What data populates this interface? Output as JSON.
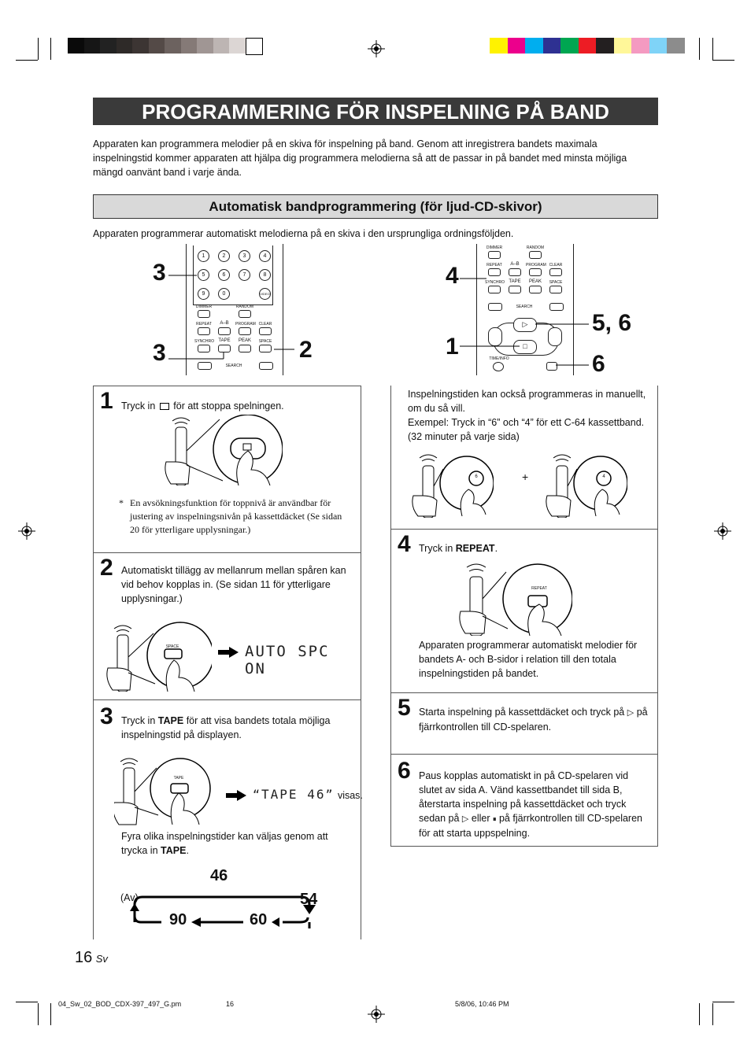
{
  "header": {
    "title": "PROGRAMMERING FÖR INSPELNING PÅ BAND",
    "intro": "Apparaten kan programmera melodier på en skiva för inspelning på band.  Genom att inregistrera bandets maximala inspelningstid kommer apparaten att hjälpa dig programmera melodierna så att de passar in på bandet med minsta möjliga mängd oanvänt band i varje ända."
  },
  "section": {
    "subtitle": "Automatisk bandprogrammering (för ljud-CD-skivor)",
    "lead": "Apparaten programmerar automatiskt melodierna på en skiva i den ursprungliga ordningsföljden."
  },
  "remote_left": {
    "callouts": [
      "3",
      "3",
      "2"
    ],
    "numbers": [
      "1",
      "2",
      "3",
      "4",
      "5",
      "6",
      "7",
      "8",
      "9",
      "0",
      "VIDEO"
    ],
    "labels": {
      "dimmer": "DIMMER",
      "random": "RANDOM",
      "repeat": "REPEAT",
      "ab": "A–B",
      "program": "PROGRAM",
      "clear": "CLEAR",
      "synchro": "SYNCHRO",
      "tape": "TAPE",
      "peak": "PEAK",
      "space": "SPACE",
      "search": "SEARCH"
    }
  },
  "remote_right": {
    "callouts": [
      "4",
      "5, 6",
      "1",
      "6"
    ],
    "labels": {
      "dimmer": "DIMMER",
      "random": "RANDOM",
      "repeat": "REPEAT",
      "ab": "A–B",
      "program": "PROGRAM",
      "clear": "CLEAR",
      "synchro": "SYNCHRO",
      "tape": "TAPE",
      "peak": "PEAK",
      "space": "SPACE",
      "search": "SEARCH",
      "timeinfo": "TIME/INFO"
    }
  },
  "steps": {
    "s1": {
      "num": "1",
      "text_a": "Tryck in",
      "text_b": "för att stoppa spelningen.",
      "note_mark": "*",
      "note": "En avsökningsfunktion för toppnivå är användbar för justering av inspelningsnivån på kassettdäcket (Se sidan 20 för ytterligare upplysningar.)"
    },
    "s2": {
      "num": "2",
      "text": "Automatiskt tillägg av mellanrum mellan spåren kan vid behov kopplas in. (Se sidan 11 för ytterligare upplysningar.)",
      "button": "SPACE",
      "display": "AUTO SPC ON"
    },
    "s3": {
      "num": "3",
      "text_a": "Tryck in",
      "bold": "TAPE",
      "text_b": "för att visa bandets totala möjliga inspelningstid på displayen.",
      "button": "TAPE",
      "display_q1": "“",
      "display": "TAPE 46",
      "display_q2": "”",
      "display_suffix": "visas.",
      "text2_a": "Fyra olika inspelningstider kan väljas genom att trycka in",
      "text2_bold": "TAPE",
      "text2_b": ".",
      "cycle": [
        "46",
        "54",
        "60",
        "90"
      ],
      "off": "(Av)"
    },
    "manual": {
      "text1": "Inspelningstiden kan också programmeras in manuellt, om du så vill.",
      "text2": "Exempel: Tryck in “6” och “4” för ett C-64 kassettband. (32 minuter på varje sida)",
      "key1": "6",
      "key2": "4",
      "plus": "+"
    },
    "s4": {
      "num": "4",
      "text_a": "Tryck in",
      "bold": "REPEAT",
      "text_b": ".",
      "button": "REPEAT",
      "text2": "Apparaten programmerar automatiskt melodier för bandets A- och B-sidor i relation till den totala inspelningstiden på bandet."
    },
    "s5": {
      "num": "5",
      "text_a": "Starta inspelning på kassettdäcket och tryck på",
      "text_b": "på fjärrkontrollen till CD-spelaren."
    },
    "s6": {
      "num": "6",
      "text_a": "Paus kopplas automatiskt in på CD-spelaren vid slutet av sida A. Vänd kassettbandet till sida B, återstarta inspelning på kassettdäcket och tryck sedan på",
      "text_b": "eller",
      "text_c": "på fjärrkontrollen till CD-spelaren för att starta uppspelning."
    }
  },
  "footer": {
    "page": "16",
    "lang": "Sv",
    "file": "04_Sw_02_BOD_CDX-397_497_G.pm",
    "file_page": "16",
    "timestamp": "5/8/06, 10:46 PM"
  },
  "colors": {
    "gray_bar": [
      "#0a0a0a",
      "#161616",
      "#222222",
      "#2e2a28",
      "#3c3533",
      "#544a47",
      "#6c625f",
      "#857a77",
      "#a09694",
      "#bdb5b3",
      "#dcd6d4",
      "#ffffff"
    ],
    "color_bar": [
      "#fff200",
      "#ec008c",
      "#00aeef",
      "#2e3192",
      "#00a651",
      "#ed1c24",
      "#231f20",
      "#fff799",
      "#f49ac1",
      "#7fd3f7",
      "#8c8c8c"
    ]
  }
}
